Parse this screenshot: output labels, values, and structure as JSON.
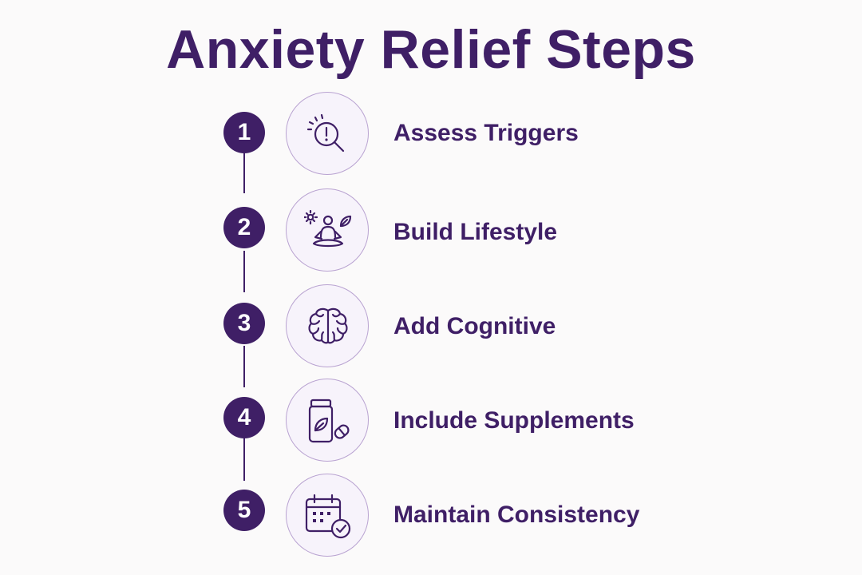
{
  "title": "Anxiety Relief Steps",
  "colors": {
    "primary": "#3f1f66",
    "circle_border": "#b9a3d1",
    "circle_fill": "#f7f3fb",
    "background": "#fbfafa"
  },
  "steps": [
    {
      "number": "1",
      "label": "Assess Triggers",
      "icon": "magnifier-alert-icon"
    },
    {
      "number": "2",
      "label": "Build Lifestyle",
      "icon": "meditation-icon"
    },
    {
      "number": "3",
      "label": "Add Cognitive",
      "icon": "brain-icon"
    },
    {
      "number": "4",
      "label": "Include Supplements",
      "icon": "supplement-bottle-icon"
    },
    {
      "number": "5",
      "label": "Maintain Consistency",
      "icon": "calendar-check-icon"
    }
  ]
}
